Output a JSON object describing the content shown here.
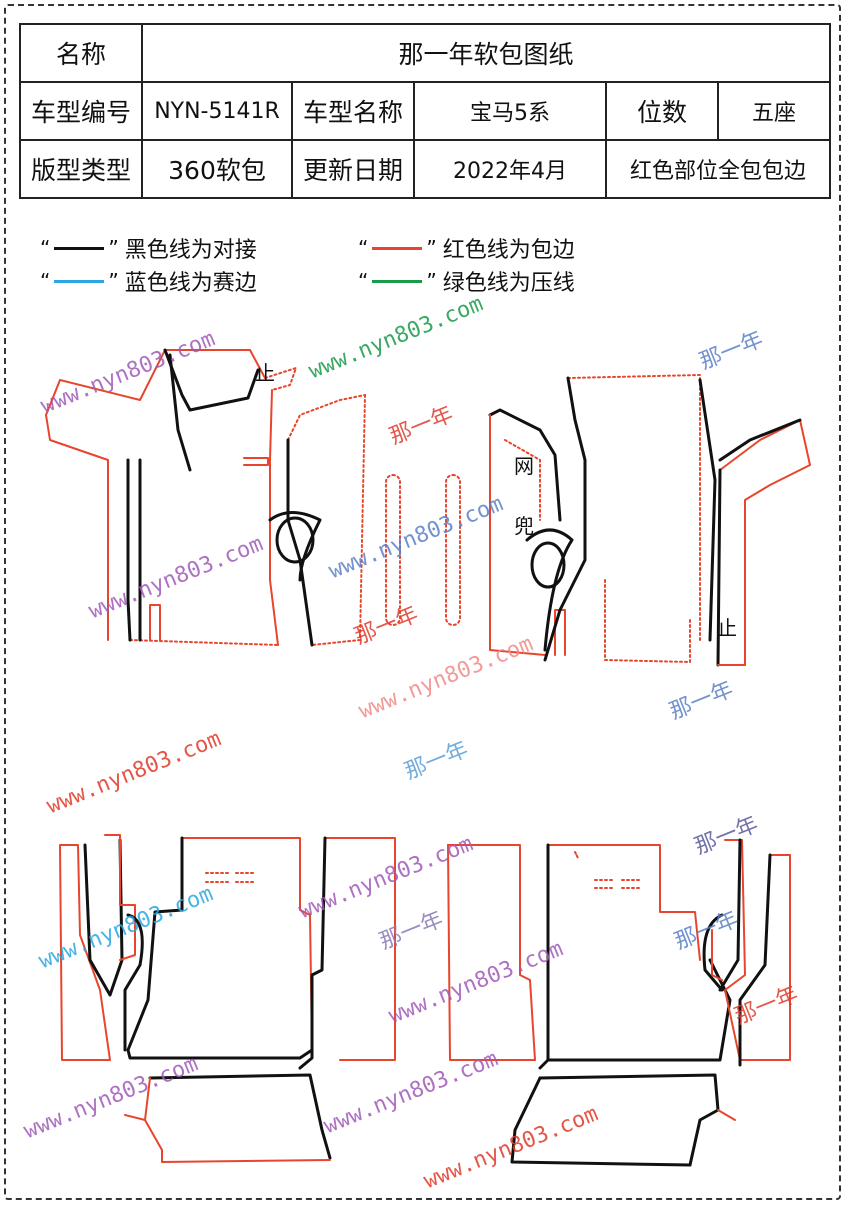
{
  "header": {
    "name_label": "名称",
    "name_value": "那一年软包图纸",
    "code_label": "车型编号",
    "code_value": "NYN-5141R",
    "model_label": "车型名称",
    "model_value": "宝马5系",
    "seats_label": "位数",
    "seats_value": "五座",
    "type_label": "版型类型",
    "type_value": "360软包",
    "date_label": "更新日期",
    "date_value": "2022年4月",
    "note": "红色部位全包包边"
  },
  "legend": [
    {
      "quote_open": "“",
      "quote_close": "”",
      "text": "黑色线为对接",
      "color": "#111111"
    },
    {
      "quote_open": "“",
      "quote_close": "”",
      "text": "红色线为包边",
      "color": "#e8452c"
    },
    {
      "quote_open": "“",
      "quote_close": "”",
      "text": "蓝色线为赛边",
      "color": "#2aa7e0"
    },
    {
      "quote_open": "“",
      "quote_close": "”",
      "text": "绿色线为压线",
      "color": "#1a9a4a"
    }
  ],
  "marks": {
    "stop_1": "止",
    "stop_2": "止",
    "net_1": "网",
    "net_2": "兜"
  },
  "watermarks": {
    "url": "www.nyn803.com",
    "brand": "那一年"
  },
  "colors": {
    "black": "#111111",
    "red": "#e8452c",
    "blue": "#2aa7e0",
    "green": "#1a9a4a",
    "wm_purple": "#a05ab8",
    "wm_red": "#e03a2a",
    "wm_blue": "#5a7fc8",
    "wm_green": "#1a9a4a"
  }
}
